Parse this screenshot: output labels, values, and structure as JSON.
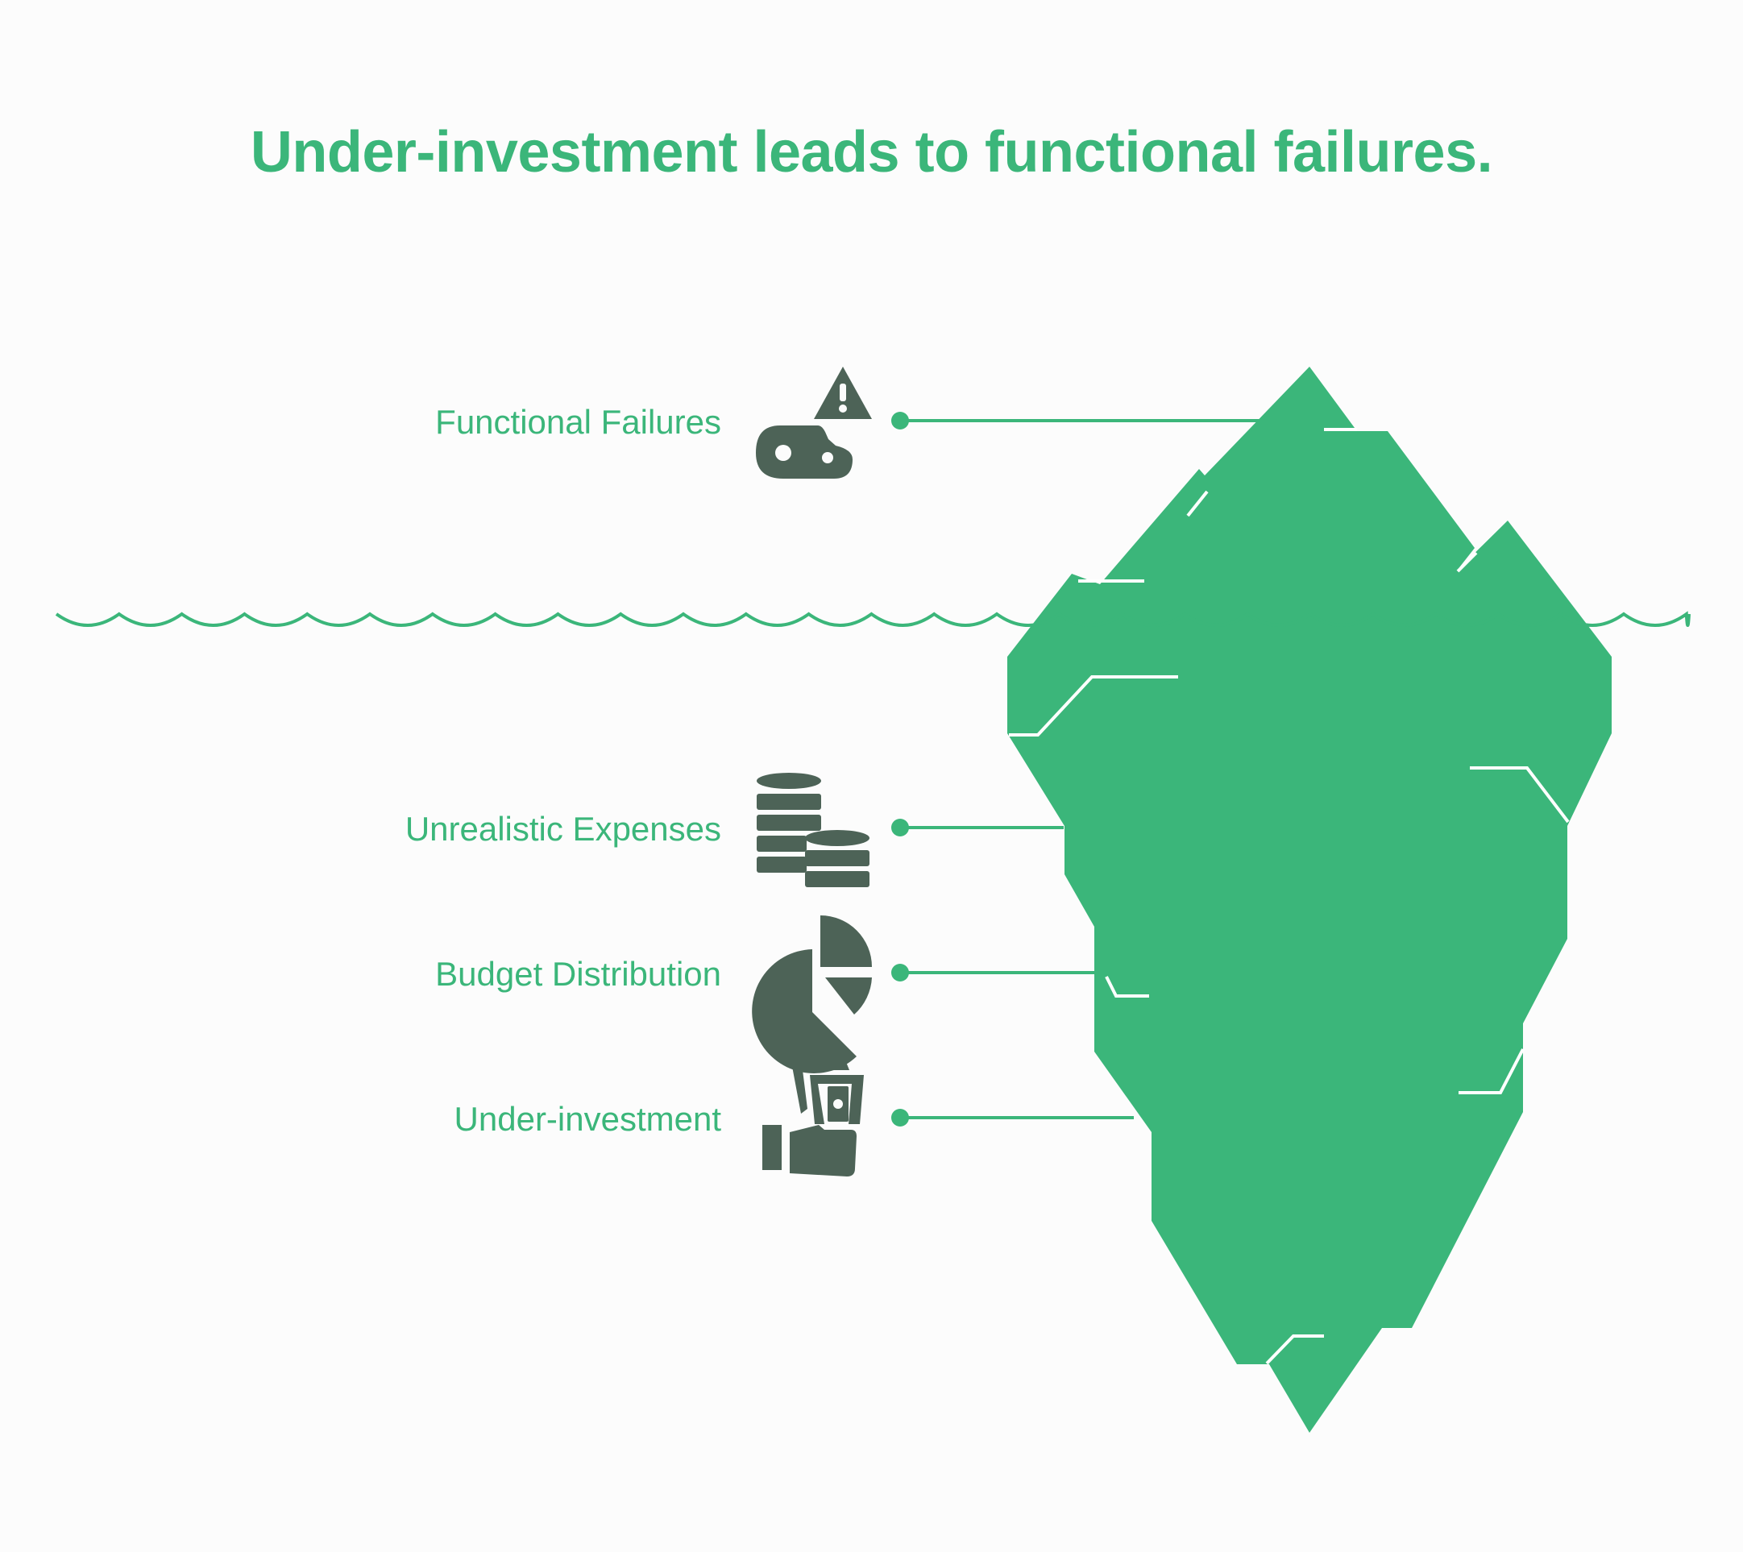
{
  "title": "Under-investment leads to functional failures.",
  "colors": {
    "accent": "#3bb67a",
    "icon": "#4d6357",
    "background": "#fcfcfc",
    "crack": "#ffffff"
  },
  "layers": [
    {
      "id": "functional-failures",
      "label": "Functional Failures",
      "icon": "chain-warning-icon",
      "position": "above-water"
    },
    {
      "id": "unrealistic-expenses",
      "label": "Unrealistic Expenses",
      "icon": "coin-stacks-icon",
      "position": "below-water"
    },
    {
      "id": "budget-distribution",
      "label": "Budget Distribution",
      "icon": "pie-chart-icon",
      "position": "below-water"
    },
    {
      "id": "under-investment",
      "label": "Under-investment",
      "icon": "hand-money-icon",
      "position": "below-water"
    }
  ]
}
